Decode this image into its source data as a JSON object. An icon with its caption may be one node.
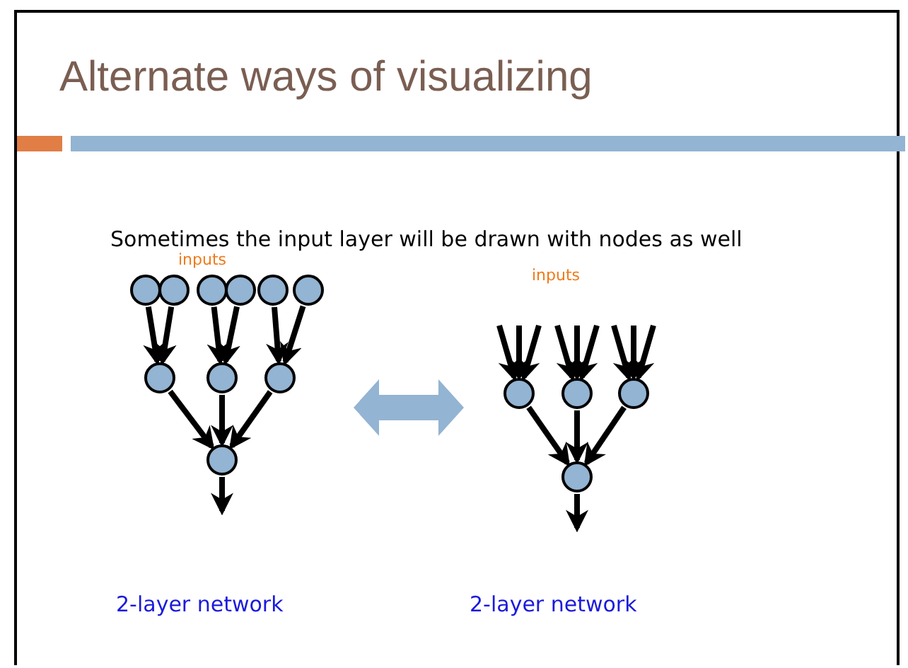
{
  "diagram": {
    "title": "Alternate ways of visualizing",
    "nodes": [
      {
        "text": [],
        "shape": "circle"
      },
      {
        "text": [],
        "shape": "circle"
      },
      {
        "text": [],
        "shape": "circle"
      },
      {
        "text": [],
        "shape": "circle"
      },
      {
        "text": [],
        "shape": "circle"
      },
      {
        "text": [],
        "shape": "circle"
      },
      {
        "text": [],
        "shape": "circle"
      },
      {
        "text": [],
        "shape": "circle"
      },
      {
        "text": [],
        "shape": "circle"
      },
      {
        "text": [],
        "shape": "circle"
      },
      {
        "text": [],
        "shape": "circle"
      },
      {
        "text": [],
        "shape": "circle"
      },
      {
        "text": [],
        "shape": "circle"
      },
      {
        "text": [],
        "shape": "circle"
      }
    ],
    "edges": [
      {
        "from": 0,
        "to": 6,
        "arrow": "to"
      },
      {
        "from": 1,
        "to": 6,
        "arrow": "to"
      },
      {
        "from": 2,
        "to": 7,
        "arrow": "to"
      },
      {
        "from": 3,
        "to": 7,
        "arrow": "to"
      },
      {
        "from": 4,
        "to": 8,
        "arrow": "to"
      },
      {
        "from": 5,
        "to": 8,
        "arrow": "to"
      },
      {
        "from": 6,
        "to": 9,
        "arrow": "to"
      },
      {
        "from": 7,
        "to": 9,
        "arrow": "to"
      },
      {
        "from": 8,
        "to": 9,
        "arrow": "to"
      },
      {
        "from": 9,
        "to": null,
        "arrow": "to"
      },
      {
        "from": null,
        "to": 10,
        "arrow": "to"
      },
      {
        "from": null,
        "to": 10,
        "arrow": "to"
      },
      {
        "from": null,
        "to": 10,
        "arrow": "to"
      },
      {
        "from": null,
        "to": 11,
        "arrow": "to"
      },
      {
        "from": null,
        "to": 11,
        "arrow": "to"
      },
      {
        "from": null,
        "to": 11,
        "arrow": "to"
      },
      {
        "from": null,
        "to": 12,
        "arrow": "to"
      },
      {
        "from": null,
        "to": 12,
        "arrow": "to"
      },
      {
        "from": null,
        "to": 12,
        "arrow": "to"
      },
      {
        "from": 10,
        "to": 13,
        "arrow": "to"
      },
      {
        "from": 11,
        "to": 13,
        "arrow": "to"
      },
      {
        "from": 12,
        "to": 13,
        "arrow": "to"
      },
      {
        "from": 13,
        "to": null,
        "arrow": "to"
      }
    ],
    "labels": [
      "Sometimes the input layer will be drawn with nodes as well",
      "inputs",
      "inputs",
      "2-layer network",
      "2-layer network"
    ]
  }
}
